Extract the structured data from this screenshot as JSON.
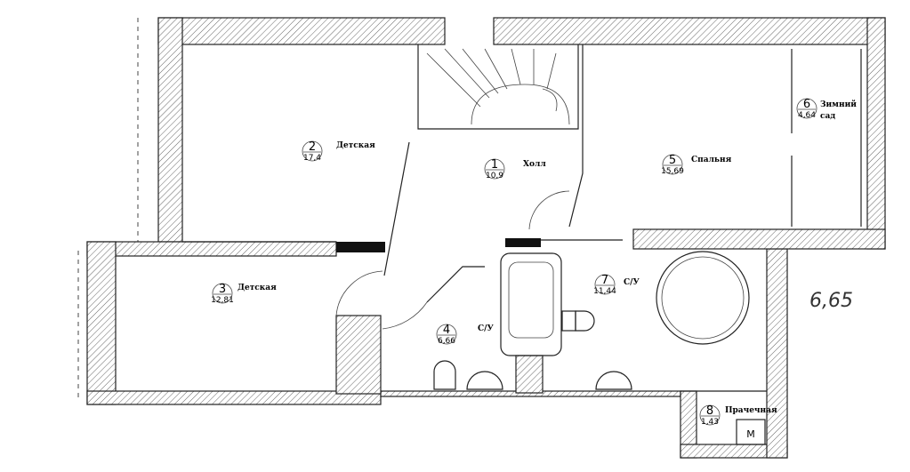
{
  "plan": {
    "rooms": [
      {
        "number": "1",
        "area": "10,9",
        "name": "Холл"
      },
      {
        "number": "2",
        "area": "17,4",
        "name": "Детская"
      },
      {
        "number": "3",
        "area": "12,81",
        "name": "Детская"
      },
      {
        "number": "4",
        "area": "6,66",
        "name": "С/У"
      },
      {
        "number": "5",
        "area": "15,69",
        "name": "Спальня"
      },
      {
        "number": "6",
        "area": "4,64",
        "name": "Зимний",
        "name2": "сад"
      },
      {
        "number": "7",
        "area": "11,44",
        "name": "С/У"
      },
      {
        "number": "8",
        "area": "1,43",
        "name": "Прачечная"
      }
    ],
    "handwritten_note": "6,65",
    "appliance_label": "M"
  }
}
